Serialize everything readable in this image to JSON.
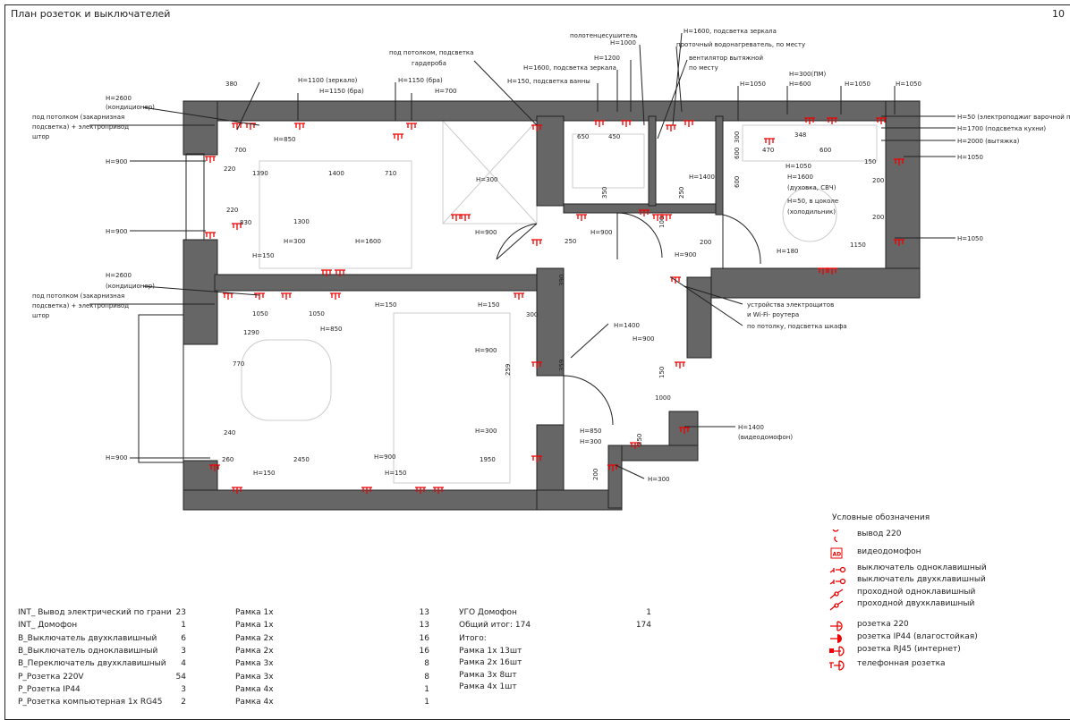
{
  "header": {
    "title": "План розеток и выключателей",
    "page_number": "10"
  },
  "plan": {
    "labels": [
      "H=2600",
      "(кондиционер)",
      "под потолком (закарнизная",
      "подсветка) + электропривод",
      "штор",
      "H=900",
      "H=900",
      "380",
      "H=1100 (зеркало)",
      "H=1150 (бра)",
      "H=1150 (бра)",
      "H=700",
      "под потолком, подсветка",
      "гардероба",
      "H=850",
      "700",
      "220",
      "1390",
      "1400",
      "710",
      "220",
      "830",
      "1300",
      "H=300",
      "H=1600",
      "H=150",
      "H=300",
      "H=900",
      "250",
      "H=900",
      "полотенцесушитель",
      "H=1000",
      "H=1200",
      "H=1600, подсветка зеркала",
      "H=150, подсветка ванны",
      "H=1600, подсветка зеркала",
      "проточный водонагреватель, по месту",
      "вентилятор вытяжной",
      "по месту",
      "H=1050",
      "H=600",
      "H=300(ПМ)",
      "H=1050",
      "H=1050",
      "650",
      "450",
      "348",
      "470",
      "600",
      "150",
      "H=1050",
      "H=1600",
      "(духовка, СВЧ)",
      "H=50, в цоколе",
      "(холодильник)",
      "H=1400",
      "H=900",
      "200",
      "H=180",
      "1150",
      "200",
      "200",
      "H=50 (электроподжиг варочной панели)",
      "H=1700 (подсветка кухни)",
      "H=2000 (вытяжка)",
      "H=1050",
      "H=1050",
      "устройства электрощитов",
      "и Wi-Fi- роутера",
      "по потолку, подсветка шкафа",
      "H=1400",
      "H=900",
      "1000",
      "H=1400",
      "(видеодомофон)",
      "H=850",
      "H=300",
      "H=300",
      "H=2600",
      "(кондиционер)",
      "под потолком (закарнизная",
      "подсветка) + электропривод",
      "штор",
      "H=150",
      "H=150",
      "300",
      "1050",
      "1050",
      "H=850",
      "1290",
      "770",
      "H=900",
      "H=300",
      "240",
      "H=900",
      "260",
      "2450",
      "H=900",
      "H=150",
      "H=150",
      "1950",
      "300",
      "600",
      "600",
      "350",
      "250",
      "100",
      "390",
      "359",
      "259",
      "150",
      "250",
      "200"
    ]
  },
  "table": {
    "col1": [
      {
        "name": "INT_ Вывод электрический по грани",
        "count": "23"
      },
      {
        "name": "INT_ Домофон",
        "count": "1"
      },
      {
        "name": "B_Выключатель двухклавишный",
        "count": "6"
      },
      {
        "name": "B_Выключатель одноклавишный",
        "count": "3"
      },
      {
        "name": "B_Переключатель двухклавишный",
        "count": "4"
      },
      {
        "name": "P_Розетка 220V",
        "count": "54"
      },
      {
        "name": "P_Розетка IP44",
        "count": "3"
      },
      {
        "name": "P_Розетка компьютерная 1x RG45",
        "count": "2"
      }
    ],
    "col2": [
      {
        "name": "Рамка 1x",
        "count": "13"
      },
      {
        "name": "Рамка 1x",
        "count": "13"
      },
      {
        "name": "Рамка 2x",
        "count": "16"
      },
      {
        "name": "Рамка 2x",
        "count": "16"
      },
      {
        "name": "Рамка 3x",
        "count": "8"
      },
      {
        "name": "Рамка 3x",
        "count": "8"
      },
      {
        "name": "Рамка 4x",
        "count": "1"
      },
      {
        "name": "Рамка 4x",
        "count": "1"
      }
    ],
    "col3": [
      {
        "name": "УГО Домофон",
        "count": "1"
      },
      {
        "name": "Общий итог: 174",
        "count": "174"
      }
    ],
    "totals_title": "Итого:",
    "totals": [
      "Рамка 1x 13шт",
      "Рамка 2x 16шт",
      "Рамка 3x 8шт",
      "Рамка 4x 1шт"
    ]
  },
  "legend": {
    "title": "Условные обозначения",
    "badge": "AD",
    "items": [
      {
        "icon": "outlet-output-icon",
        "label": "вывод 220"
      },
      {
        "icon": "video-intercom-icon",
        "label": "видеодомофон"
      },
      {
        "icon": "single-switch-icon",
        "label": "выключатель одноклавишный"
      },
      {
        "icon": "double-switch-icon",
        "label": "выключатель двухклавишный"
      },
      {
        "icon": "pass-single-switch-icon",
        "label": "проходной одноклавишный"
      },
      {
        "icon": "pass-double-switch-icon",
        "label": "проходной двухклавишный"
      },
      {
        "icon": "socket-220-icon",
        "label": "розетка 220"
      },
      {
        "icon": "socket-ip44-icon",
        "label": "розетка IP44 (влагостойкая)"
      },
      {
        "icon": "socket-rj45-icon",
        "label": "розетка RJ45 (интернет)"
      },
      {
        "icon": "phone-socket-icon",
        "label": "телефонная розетка"
      }
    ],
    "symbol_color": "#e00000"
  }
}
